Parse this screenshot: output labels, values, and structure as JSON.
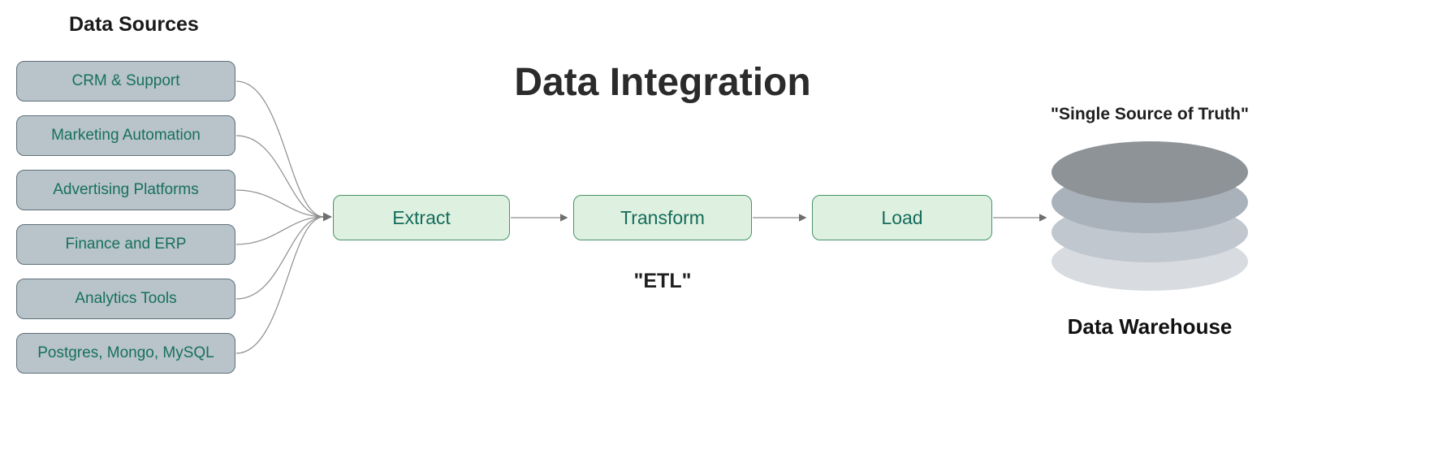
{
  "title": "Data Integration",
  "etl_label": "\"ETL\"",
  "sources": {
    "heading": "Data Sources",
    "items": [
      {
        "label": "CRM & Support"
      },
      {
        "label": "Marketing Automation"
      },
      {
        "label": "Advertising Platforms"
      },
      {
        "label": "Finance and ERP"
      },
      {
        "label": "Analytics Tools"
      },
      {
        "label": "Postgres, Mongo, MySQL"
      }
    ]
  },
  "stages": [
    {
      "label": "Extract"
    },
    {
      "label": "Transform"
    },
    {
      "label": "Load"
    }
  ],
  "warehouse": {
    "caption_top": "\"Single Source of Truth\"",
    "caption_bottom": "Data Warehouse"
  },
  "colors": {
    "source_fill": "#b8c3ca",
    "source_border": "#5f7079",
    "source_text": "#17705e",
    "stage_fill": "#def0e0",
    "stage_border": "#47936a",
    "stage_text": "#156c5b",
    "connector": "#8e8e8e",
    "db_disk_top": "#8e9397",
    "db_disk_2": "#a9b1bb",
    "db_disk_3": "#c0c7cf",
    "db_disk_bottom": "#d8dbdf"
  }
}
